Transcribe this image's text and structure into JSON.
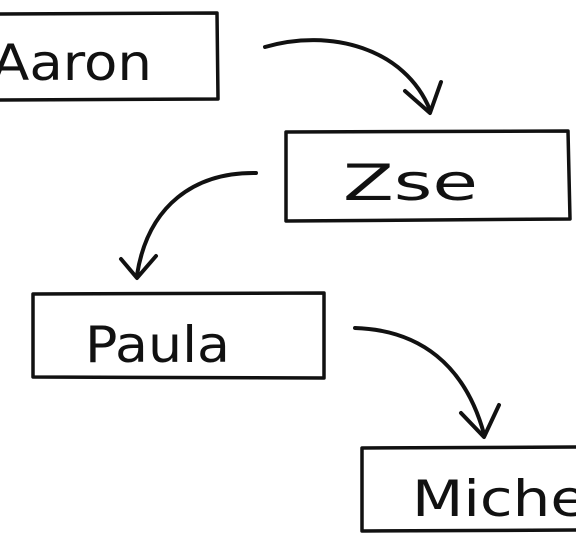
{
  "diagram": {
    "nodes": [
      {
        "id": "aaron",
        "label": "Aaron"
      },
      {
        "id": "zse",
        "label": "Zse"
      },
      {
        "id": "paula",
        "label": "Paula"
      },
      {
        "id": "michelle",
        "label": "Miche"
      }
    ],
    "edges": [
      {
        "from": "aaron",
        "to": "zse"
      },
      {
        "from": "zse",
        "to": "paula"
      },
      {
        "from": "paula",
        "to": "michelle"
      }
    ],
    "colors": {
      "ink": "#111111",
      "background": "#ffffff"
    }
  }
}
